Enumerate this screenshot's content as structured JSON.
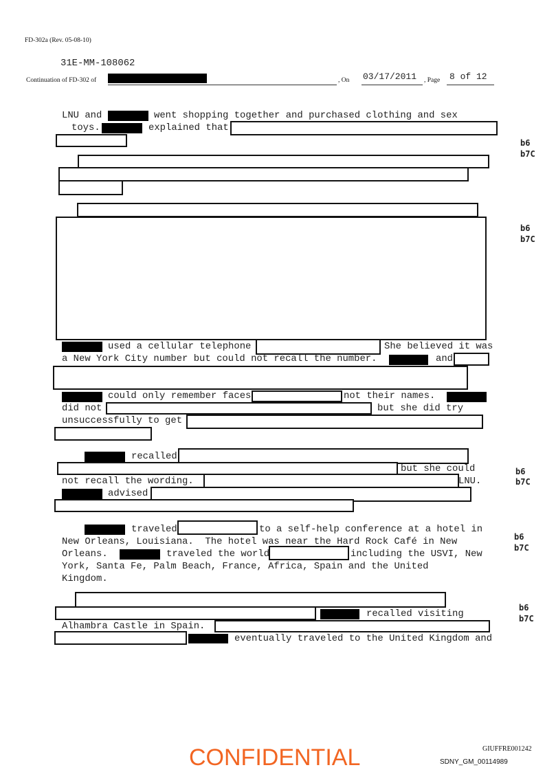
{
  "header": {
    "form_id": "FD-302a (Rev. 05-08-10)",
    "file_number": "31E-MM-108062",
    "continuation_label": "Continuation of FD-302 of",
    "on_label": ", On",
    "date": "03/17/2011",
    "page_label": ", Page",
    "page": "8 of 12"
  },
  "body": {
    "p1": [
      "LNU and",
      "went shopping together and purchased clothing and sex",
      "toys.",
      "explained that"
    ],
    "p2": [
      "used a cellular telephone",
      "She believed it was",
      "a New York City number but could not recall the number.",
      "and",
      "could only remember faces",
      "not their names.",
      "did not",
      "but she did try",
      "unsuccessfully to get"
    ],
    "p3": [
      "recalled",
      "but she could",
      "not recall the wording.",
      "LNU.",
      "advised"
    ],
    "p4": [
      "traveled",
      "to a self-help conference at a hotel in",
      "New Orleans, Louisiana.  The hotel was near the Hard Rock Café in New",
      "Orleans.",
      "traveled the world",
      "including the USVI, New",
      "York, Santa Fe, Palm Beach, France, Africa, Spain and the United",
      "Kingdom."
    ],
    "p5": [
      "recalled visiting",
      "Alhambra Castle in Spain.",
      "eventually traveled to the United Kingdom and"
    ]
  },
  "exemptions": {
    "b6": "b6",
    "b7c": "b7C"
  },
  "footer": {
    "confidential": "CONFIDENTIAL",
    "bates_1": "GIUFFRE001242",
    "bates_2": "SDNY_GM_00114989"
  }
}
